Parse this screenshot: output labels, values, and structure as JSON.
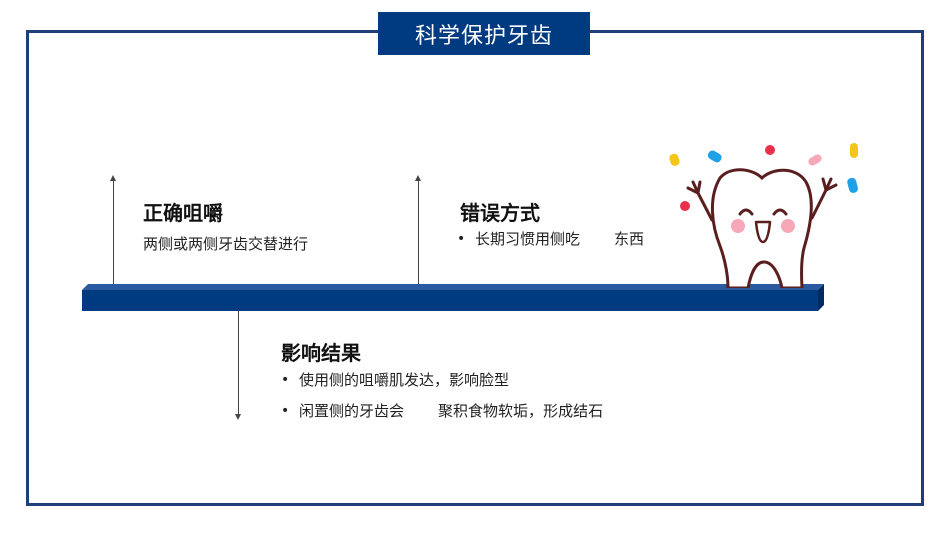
{
  "title": "科学保护牙齿",
  "sections": {
    "correct": {
      "heading": "正确咀嚼",
      "text": "两侧或两侧牙齿交替进行"
    },
    "wrong": {
      "heading": "错误方式",
      "bullet": "•",
      "text_a": "长期习惯用",
      "text_b": "侧吃",
      "text_c": "东西"
    },
    "effect": {
      "heading": "影响结果",
      "bullet1": "使用侧的咀嚼肌发达，影响脸型",
      "bullet2_a": "闲",
      "bullet2_b": "置",
      "bullet2_c": "侧的牙齿会",
      "bullet2_d": "聚积食物软垢，",
      "bullet2_e": "形成",
      "bullet2_f": "结",
      "bullet2_g": "石",
      "bullet_symbol": "•"
    }
  },
  "colors": {
    "frame": "#1e3f7a",
    "title_bg": "#003a80",
    "bar_front": "#003a80",
    "bar_top": "#2b5aa0",
    "bar_side": "#002a60",
    "tooth_outline": "#5a1e1e",
    "cheek": "#f7a8b8"
  },
  "illustration": {
    "name": "happy-tooth-icon"
  }
}
